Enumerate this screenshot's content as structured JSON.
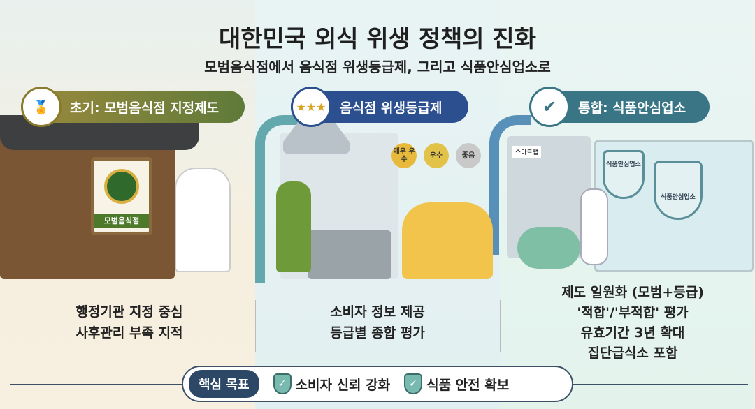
{
  "title": "대한민국 외식 위생 정책의 진화",
  "subtitle": "모범음식점에서 음식점 위생등급제, 그리고 식품안심업소로",
  "stages": [
    {
      "header": "초기: 모범음식점 지정제도",
      "sign_text": "모범음식점",
      "desc": [
        "행정기관 지정 중심",
        "사후관리 부족 지적"
      ],
      "color": "#6f7f3a"
    },
    {
      "header": "음식점 위생등급제",
      "medals": [
        "매우 우수",
        "우수",
        "좋음"
      ],
      "desc": [
        "소비자 정보 제공",
        "등급별 종합 평가"
      ],
      "color": "#2b4f8f"
    },
    {
      "header": "통합: 식품안심업소",
      "store_sign": "스마트랩",
      "shield_labels": [
        "식품안심업소",
        "식품안심업소"
      ],
      "desc": [
        "제도 일원화 (모범+등급)",
        "'적합'/'부적합' 평가",
        "유효기간 3년 확대",
        "집단급식소 포함"
      ],
      "color": "#3a7586"
    }
  ],
  "goal": {
    "key": "핵심 목표",
    "items": [
      "소비자 신뢰 강화",
      "식품 안전 확보"
    ]
  }
}
